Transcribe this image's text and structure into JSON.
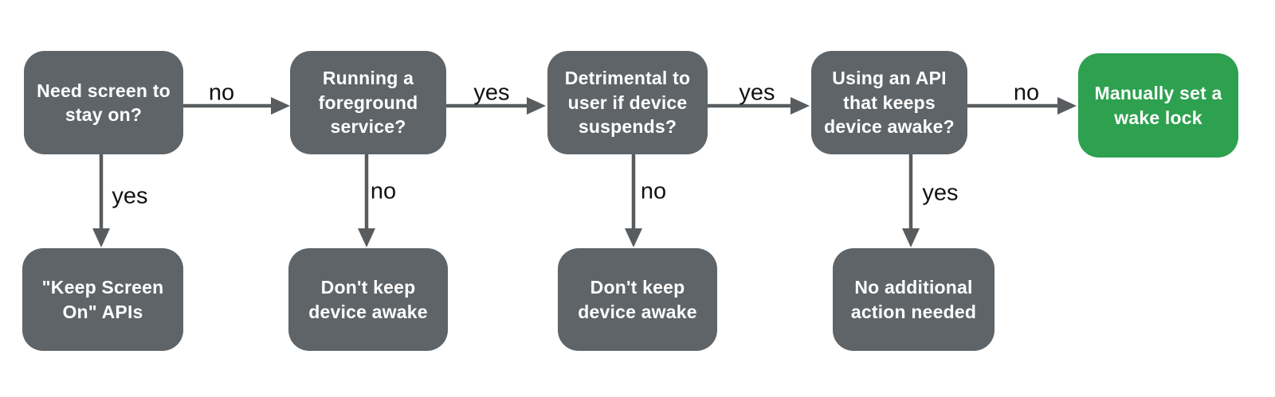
{
  "colors": {
    "node_gray": "#5f6468",
    "node_green": "#2da14f",
    "arrow": "#595c5f",
    "edge_label_text": "#111111",
    "node_text": "#ffffff",
    "background": "#ffffff"
  },
  "nodes": [
    {
      "id": "need-screen",
      "label": "Need screen to stay on?",
      "color": "gray"
    },
    {
      "id": "foreground-service",
      "label": "Running a foreground service?",
      "color": "gray"
    },
    {
      "id": "detrimental",
      "label": "Detrimental to user if device suspends?",
      "color": "gray"
    },
    {
      "id": "using-api",
      "label": "Using an API that keeps device awake?",
      "color": "gray"
    },
    {
      "id": "manual-wake-lock",
      "label": "Manually set a wake lock",
      "color": "green"
    },
    {
      "id": "keep-screen-on-apis",
      "label": "\"Keep Screen On\" APIs",
      "color": "gray"
    },
    {
      "id": "dont-keep-awake-1",
      "label": "Don't keep device awake",
      "color": "gray"
    },
    {
      "id": "dont-keep-awake-2",
      "label": "Don't keep device awake",
      "color": "gray"
    },
    {
      "id": "no-additional-action",
      "label": "No additional action needed",
      "color": "gray"
    }
  ],
  "edges": [
    {
      "from": "need-screen",
      "to": "foreground-service",
      "label": "no",
      "direction": "right"
    },
    {
      "from": "need-screen",
      "to": "keep-screen-on-apis",
      "label": "yes",
      "direction": "down"
    },
    {
      "from": "foreground-service",
      "to": "detrimental",
      "label": "yes",
      "direction": "right"
    },
    {
      "from": "foreground-service",
      "to": "dont-keep-awake-1",
      "label": "no",
      "direction": "down"
    },
    {
      "from": "detrimental",
      "to": "using-api",
      "label": "yes",
      "direction": "right"
    },
    {
      "from": "detrimental",
      "to": "dont-keep-awake-2",
      "label": "no",
      "direction": "down"
    },
    {
      "from": "using-api",
      "to": "manual-wake-lock",
      "label": "no",
      "direction": "right"
    },
    {
      "from": "using-api",
      "to": "no-additional-action",
      "label": "yes",
      "direction": "down"
    }
  ]
}
